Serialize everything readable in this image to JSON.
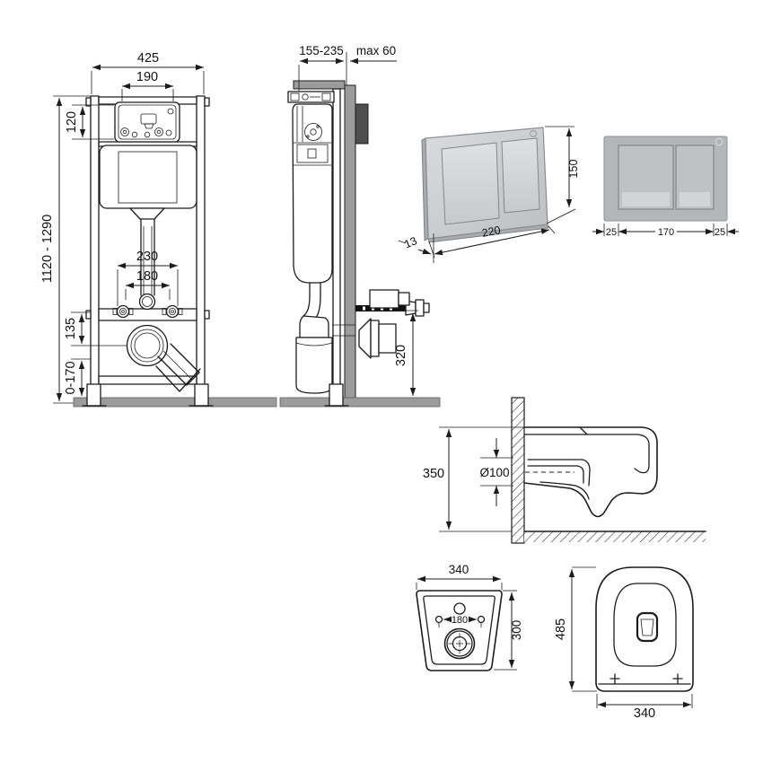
{
  "sheet": {
    "background": "#ffffff",
    "line_color": "#1c1c1c",
    "gray_fill": "#9c9c9c",
    "dark_fill": "#4e4e4e",
    "plate_silver": "#c9ccce",
    "plate_gray": "#b4b7b9"
  },
  "frame_front_view": {
    "width_total": "425",
    "width_opening": "190",
    "height_opening": "120",
    "height_range": "1120 - 1290",
    "bolt_spacing_outer": "230",
    "bolt_spacing_inner": "180",
    "drain_offset": "135",
    "foot_adjust_range": "0-170"
  },
  "frame_side_view": {
    "depth_range": "155-235",
    "wall_thickness": "max 60",
    "drain_height": "320"
  },
  "flush_plate_perspective": {
    "height": "150",
    "width": "220",
    "depth": "13"
  },
  "flush_plate_front": {
    "margin_left": "25",
    "buttons_width": "170",
    "margin_right": "25"
  },
  "bowl_side_view": {
    "height": "350",
    "drain_diameter": "Ø100"
  },
  "bowl_rear_view": {
    "width": "340",
    "hole_spacing": "180",
    "height": "300"
  },
  "bowl_plan_view": {
    "length": "485",
    "width": "340"
  }
}
